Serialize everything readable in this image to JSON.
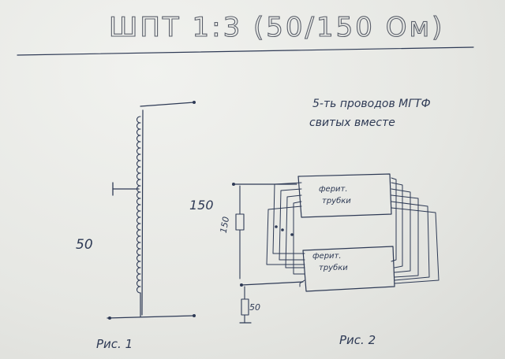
{
  "title": "ШПТ 1:3 (50/150 Ом)",
  "fig1": {
    "low_label": "50",
    "caption": "Рис. 1"
  },
  "fig2": {
    "note_line1": "5-ть проводов МГТФ",
    "note_line2": "свитых вместе",
    "high_label": "150",
    "resistor_high": "150",
    "resistor_low": "50",
    "tube_top_line1": "ферит.",
    "tube_top_line2": "трубки",
    "tube_bottom_line1": "ферит.",
    "tube_bottom_line2": "трубки",
    "caption": "Рис. 2"
  }
}
